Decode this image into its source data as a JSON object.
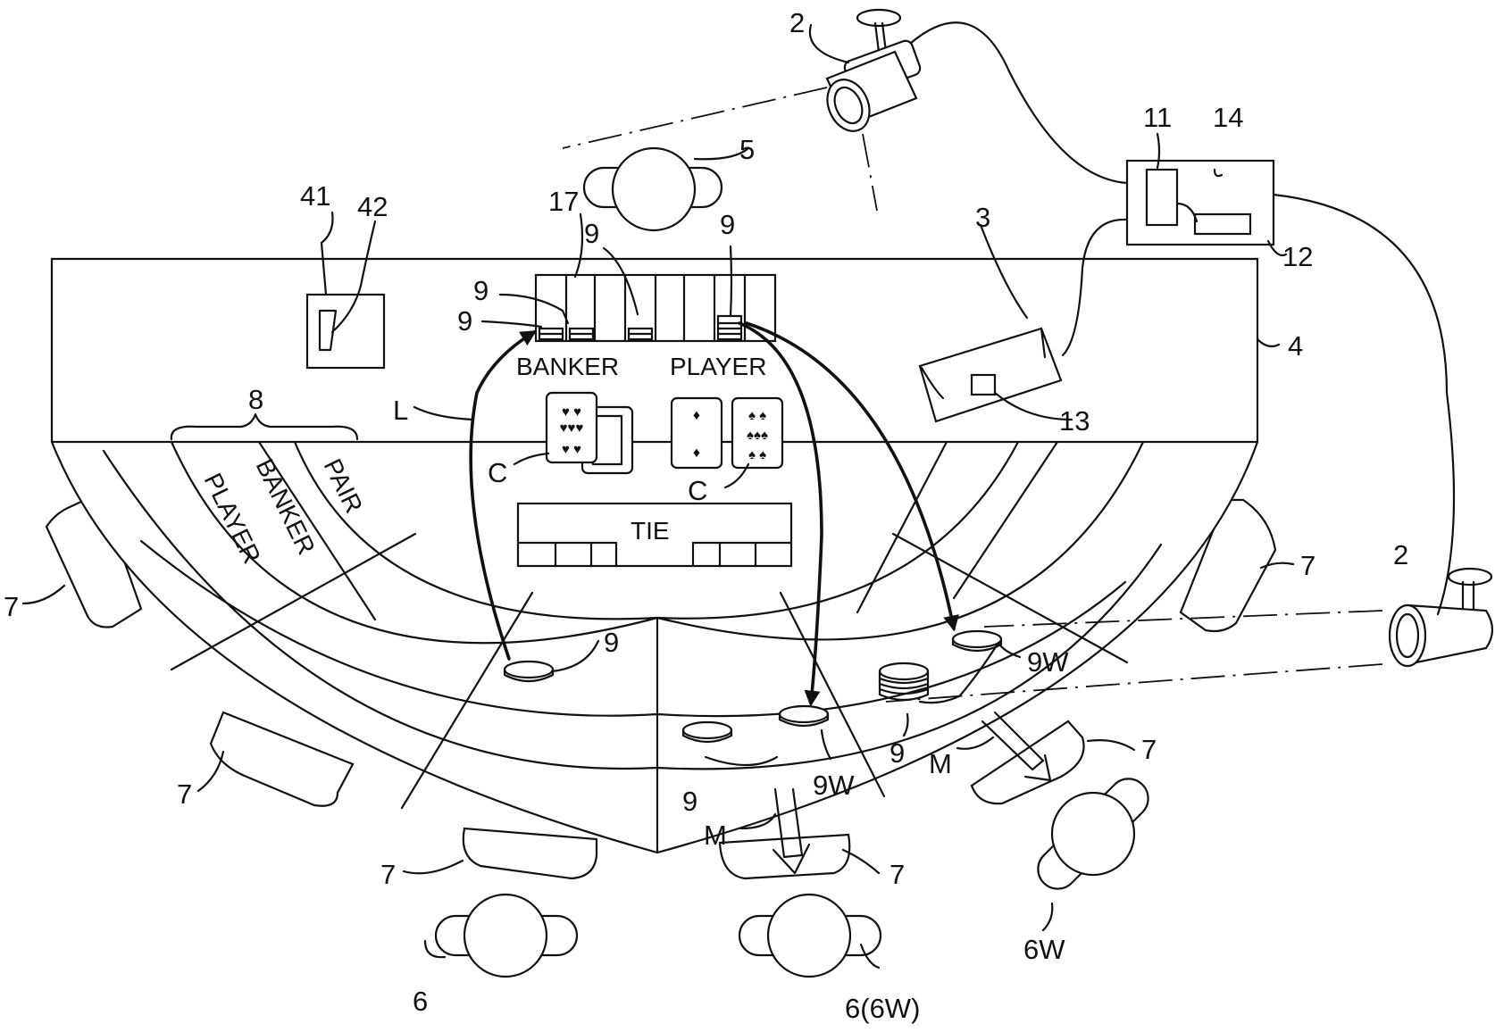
{
  "figure": {
    "table_labels": {
      "banker": "BANKER",
      "player": "PLAYER",
      "tie": "TIE",
      "side_pair": "PAIR",
      "side_banker": "BANKER",
      "side_player": "PLAYER"
    },
    "refs": {
      "camera_top": "2",
      "camera_right": "2",
      "dealer": "5",
      "chip_tray": "17",
      "chip_a": "9",
      "chip_b": "9",
      "chip_c": "9",
      "chip_d": "9",
      "box_41": "41",
      "box_42": "42",
      "card_shoe": "3",
      "ctrl_11": "11",
      "ctrl_14": "14",
      "ctrl_12": "12",
      "table": "4",
      "shoe_13": "13",
      "betting_area": "8",
      "line_L": "L",
      "cards_left": "C",
      "cards_right": "C",
      "seat_left": "7",
      "seat_right": "7",
      "seat_lower_left": "7",
      "seat_bottom_left": "7",
      "seat_bottom_right": "7",
      "seat_lower_right": "7",
      "chip_field": "9",
      "chip_9w_right": "9W",
      "chip_stack": "9",
      "chip_bottom": "9",
      "chip_9w_bottom": "9W",
      "move_right": "M",
      "move_bottom": "M",
      "player_6": "6",
      "player_6_6w": "6(6W)",
      "player_6w": "6W"
    }
  }
}
